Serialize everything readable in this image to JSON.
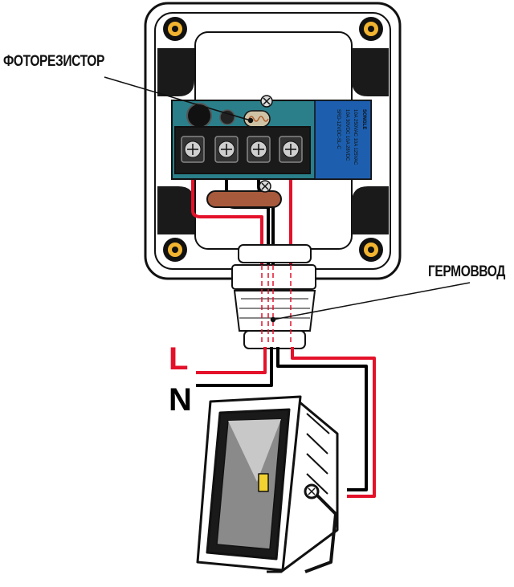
{
  "labels": {
    "photoresistor": "ФОТОРЕЗИСТОР",
    "cable_gland": "ГЕРМОВВОД",
    "line": "L",
    "neutral": "N"
  },
  "relay": {
    "brand": "SONGLE",
    "model": "SRD-12VDC-SL-C",
    "rating_1": "10A 250VAC  10A 125VAC",
    "rating_2": "10A 30VDC  10A 28VDC"
  },
  "colors": {
    "live_wire": "#e4112a",
    "neutral_wire": "#000000",
    "pcb": "#2a7f8a",
    "relay_body": "#1d5fae",
    "enclosure": "#ffffff",
    "outline": "#111111"
  }
}
